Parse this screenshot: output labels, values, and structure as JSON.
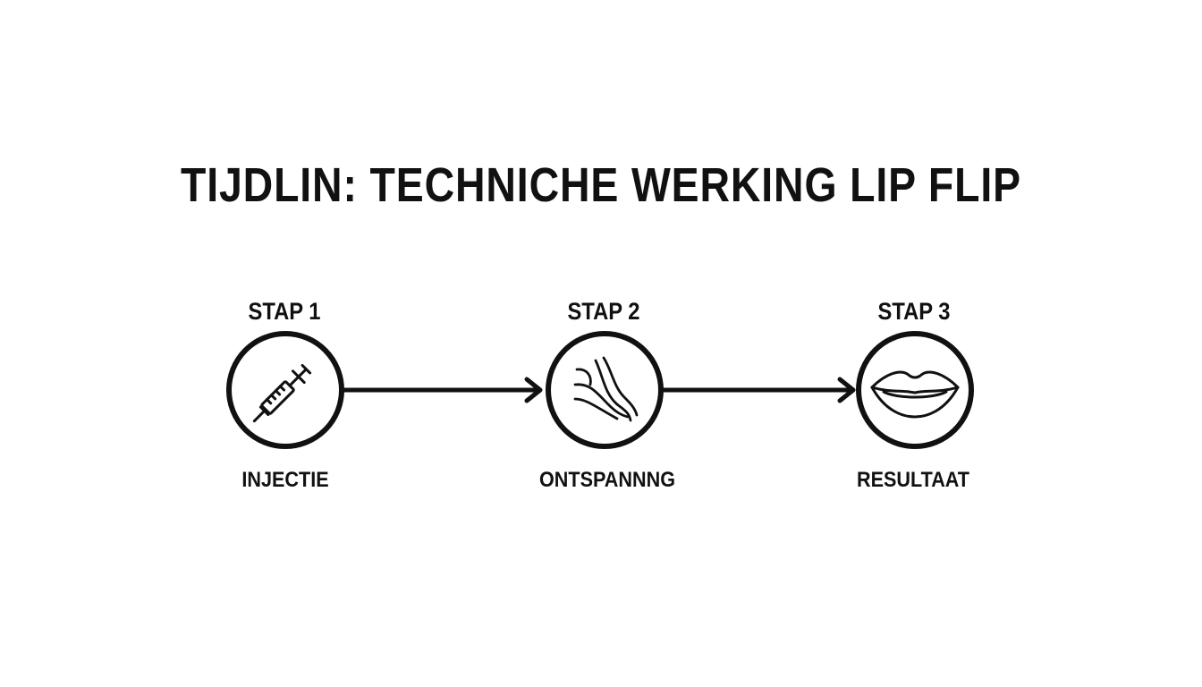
{
  "title": "TIJDLIN: TECHNICHE WERKING LIP FLIP",
  "steps": [
    {
      "label": "STAP 1",
      "caption": "INJECTIE",
      "icon": "syringe-icon"
    },
    {
      "label": "STAP 2",
      "caption": "ONTSPANNNG",
      "icon": "muscle-fibers-icon"
    },
    {
      "label": "STAP 3",
      "caption": "RESULTAAT",
      "icon": "lips-icon"
    }
  ],
  "colors": {
    "ink": "#111111",
    "background": "#ffffff"
  }
}
